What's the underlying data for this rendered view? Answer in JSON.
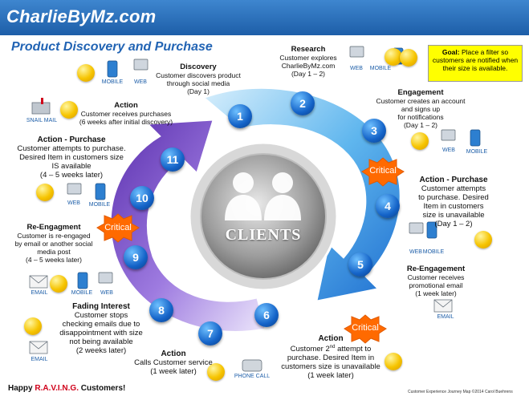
{
  "brand": "CharlieByMz.com",
  "title": "Product Discovery and Purchase",
  "goal": {
    "label": "Goal:",
    "text": "Place a filter so customers are notified when their size is available."
  },
  "center": {
    "label": "CLIENTS"
  },
  "steps": [
    {
      "n": "1"
    },
    {
      "n": "2"
    },
    {
      "n": "3"
    },
    {
      "n": "4"
    },
    {
      "n": "5"
    },
    {
      "n": "6"
    },
    {
      "n": "7"
    },
    {
      "n": "8"
    },
    {
      "n": "9"
    },
    {
      "n": "10"
    },
    {
      "n": "11"
    }
  ],
  "critical": "Critical",
  "channels": {
    "mobile": "MOBILE",
    "web": "WEB",
    "email": "EMAIL",
    "snail_mail": "SNAIL MAIL",
    "phone_call": "PHONE CALL"
  },
  "labels": {
    "discovery": {
      "h": "Discovery",
      "l1": "Customer discovers product",
      "l2": "through social media",
      "l3": "(Day 1)"
    },
    "research": {
      "h": "Research",
      "l1": "Customer explores",
      "l2": "CharlieByMz.com",
      "l3": "(Day 1 – 2)"
    },
    "engagement": {
      "h": "Engagement",
      "l1": "Customer creates an account",
      "l2": "and signs up",
      "l3": "for notifications",
      "l4": "(Day 1 – 2)"
    },
    "action_purchase_right": {
      "h": "Action - Purchase",
      "l1": "Customer attempts",
      "l2": "to purchase. Desired",
      "l3": "Item in customers",
      "l4": "size is unavailable",
      "l5": "(Day 1 – 2)"
    },
    "re_engagement_right": {
      "h": "Re-Engagement",
      "l1": "Customer receives",
      "l2": "promotional email",
      "l3": "(1 week later)"
    },
    "action_second": {
      "h": "Action",
      "l1a": "Customer 2",
      "l1sup": "nd",
      "l1b": " attempt to",
      "l2": "purchase. Desired Item in",
      "l3": "customers size is unavailable",
      "l4": "(1 week later)"
    },
    "action_call": {
      "h": "Action",
      "l1": "Calls Customer service",
      "l2": "(1 week later)"
    },
    "fading": {
      "h": "Fading Interest",
      "l1": "Customer stops",
      "l2": "checking emails due to",
      "l3": "disappointment with size",
      "l4": "not being available",
      "l5": "(2 weeks later)"
    },
    "re_engagment_left": {
      "h": "Re-Engagment",
      "l1": "Customer is re-engaged",
      "l2": "by email or another social",
      "l3": "media post",
      "l4": "(4 – 5 weeks later)"
    },
    "action_purchase_left": {
      "h": "Action - Purchase",
      "l1": "Customer attempts to purchase.",
      "l2": "Desired Item in customers size",
      "l3": "IS available",
      "l4": "(4 – 5 weeks later)"
    },
    "action_receives": {
      "h": "Action",
      "l1": "Customer receives purchases",
      "l2": "(6 weeks after initial discovery)"
    }
  },
  "footer": {
    "prefix": "Happy ",
    "raving": "R.A.V.I.N.G.",
    "suffix": " Customers!",
    "credit": "Customer Experience Journey Map ©2014 Carol Buehrens"
  },
  "colors": {
    "header": "#2a70bf",
    "title": "#2264b4",
    "goal_bg": "#ffff00",
    "critical": "#ff6a00",
    "purple_arrow": "#7b4fc9",
    "blue_arrow": "#4aa8e8"
  }
}
